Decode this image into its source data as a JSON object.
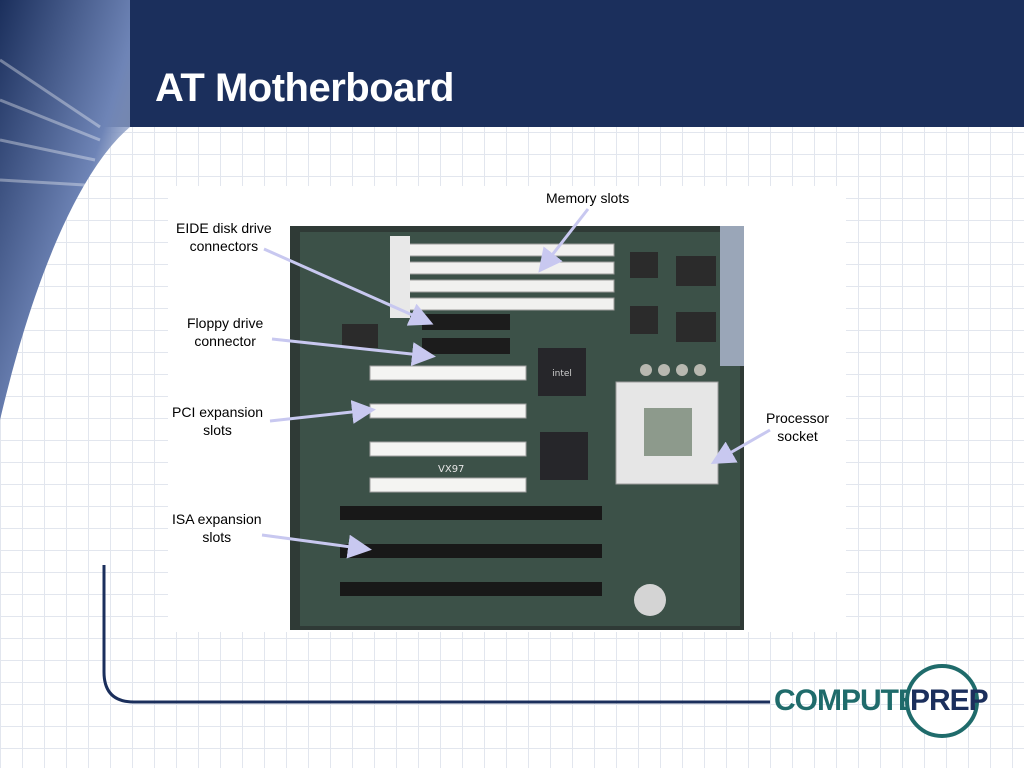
{
  "slide": {
    "title": "AT Motherboard"
  },
  "labels": {
    "memory_slots": "Memory slots",
    "eide_line1": "EIDE disk drive",
    "eide_line2": "connectors",
    "floppy_line1": "Floppy drive",
    "floppy_line2": "connector",
    "pci_line1": "PCI expansion",
    "pci_line2": "slots",
    "isa_line1": "ISA expansion",
    "isa_line2": "slots",
    "processor_line1": "Processor",
    "processor_line2": "socket"
  },
  "board_markings": {
    "chipset": "VX97",
    "chip_brand": "intel"
  },
  "logo": {
    "left": "COMPUTER",
    "right": "PREP"
  },
  "colors": {
    "header": "#1b2f5c",
    "arrow": "#c8c8f0",
    "logo_teal": "#1f6b6b",
    "logo_navy": "#1b2f5c"
  }
}
